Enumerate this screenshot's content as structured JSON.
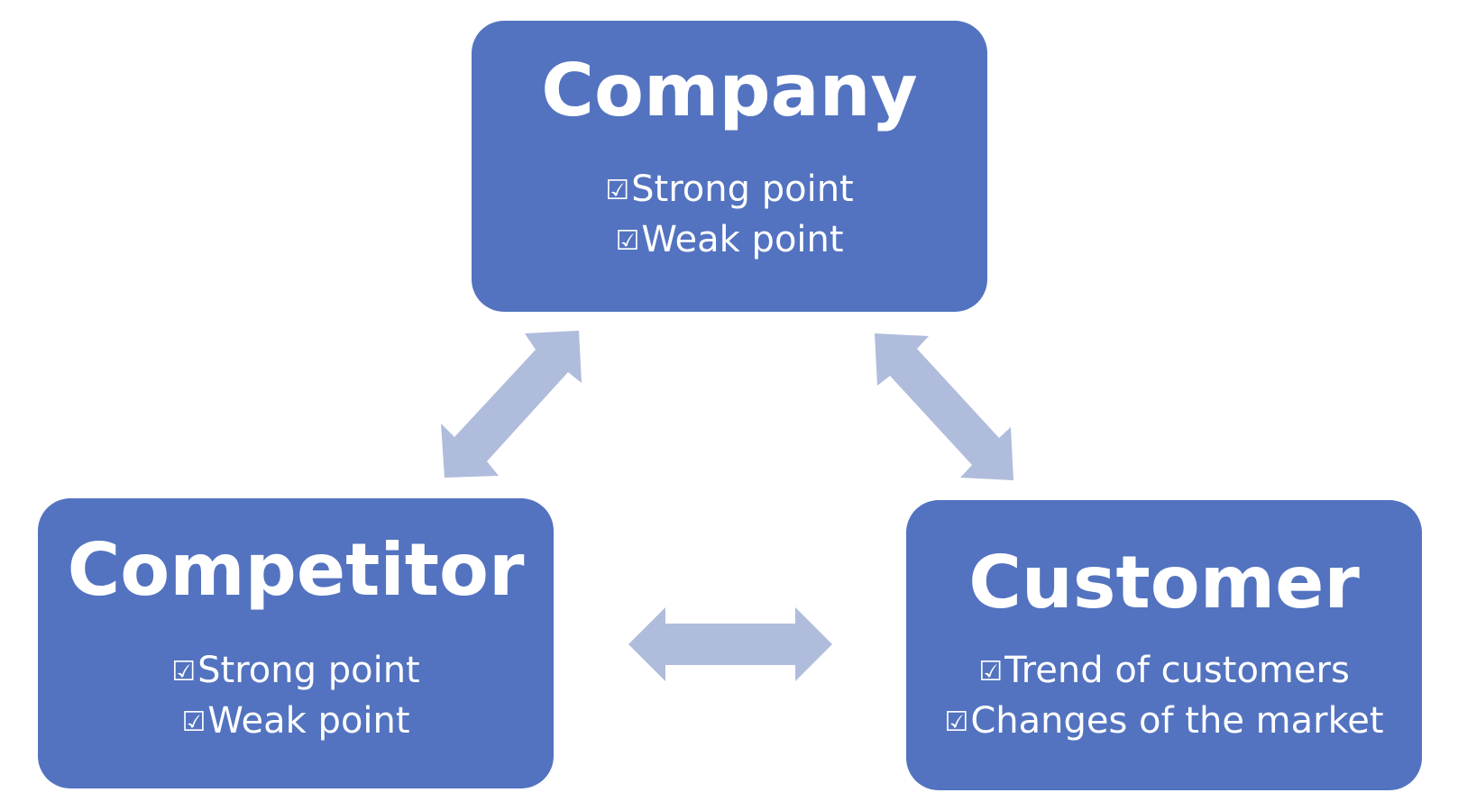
{
  "colors": {
    "box_fill": "#5373c0",
    "box_text": "#ffffff",
    "arrow_fill": "#b0bcdc",
    "background": "#ffffff"
  },
  "check_icon": "☑",
  "company": {
    "title": "Company",
    "items": [
      "Strong point",
      "Weak point"
    ]
  },
  "competitor": {
    "title": "Competitor",
    "items": [
      "Strong point",
      "Weak point"
    ]
  },
  "customer": {
    "title": "Customer",
    "items": [
      "Trend of customers",
      "Changes of the market"
    ]
  },
  "arrows": [
    {
      "name": "arrow-company-competitor",
      "direction": "bidirectional"
    },
    {
      "name": "arrow-company-customer",
      "direction": "bidirectional"
    },
    {
      "name": "arrow-competitor-customer",
      "direction": "bidirectional"
    }
  ]
}
